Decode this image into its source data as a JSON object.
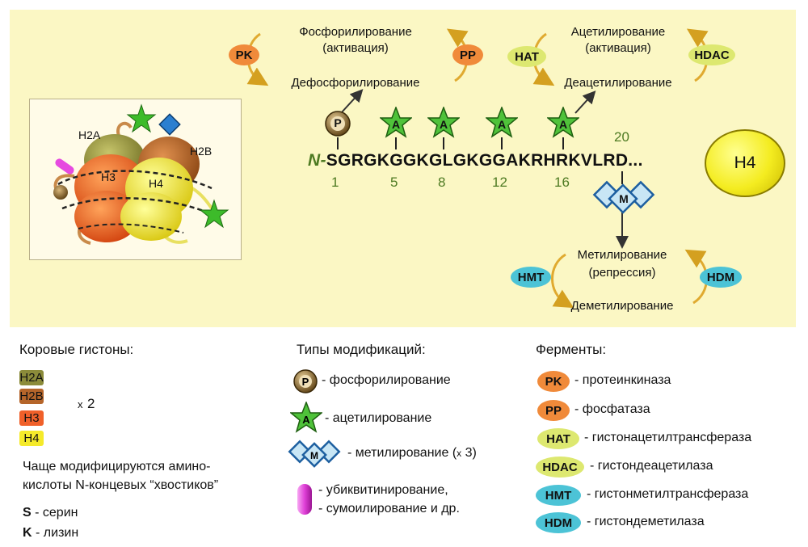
{
  "top": {
    "phospho": {
      "title": "Фосфорилирование",
      "activation": "(активация)",
      "reverse": "Дефосфорилирование",
      "left_enzyme": "PK",
      "right_enzyme": "PP"
    },
    "acetyl": {
      "title": "Ацетилирование",
      "activation": "(активация)",
      "reverse": "Деацетилирование",
      "left_enzyme": "HAT",
      "right_enzyme": "HDAC"
    },
    "methyl": {
      "title": "Метилирование",
      "repression": "(репрессия)",
      "reverse": "Деметилирование",
      "left_enzyme": "HMT",
      "right_enzyme": "HDM"
    }
  },
  "sequence": {
    "prefix": "N-",
    "residues": "SGRGKGGKGLGKGGAKRHRKVLRD...",
    "positions": [
      "1",
      "5",
      "8",
      "12",
      "16",
      "20"
    ],
    "tail_label": "H4"
  },
  "marks": {
    "phospho_symbol": "P",
    "acetyl_symbol": "A",
    "methyl_symbol": "M"
  },
  "inset": {
    "labels": [
      "H2A",
      "H2B",
      "H3",
      "H4"
    ]
  },
  "legend": {
    "core": {
      "title": "Коровые гистоны:",
      "items": [
        {
          "label": "H2A",
          "color": "#8b8b3a"
        },
        {
          "label": "H2B",
          "color": "#b5652a"
        },
        {
          "label": "H3",
          "color": "#f0602a"
        },
        {
          "label": "H4",
          "color": "#f5ea2a"
        }
      ],
      "multiplier_x": "x",
      "multiplier_n": "2",
      "note_line1": "Чаще модифицируются амино-",
      "note_line2": "кислоты N-концевых “хвостиков”",
      "s_letter": "S",
      "s_text": "- серин",
      "k_letter": "K",
      "k_text": "- лизин"
    },
    "mods": {
      "title": "Типы модификаций:",
      "phospho": "- фосфорилирование",
      "acetyl": "- ацетилирование",
      "methyl_prefix": "- метилирование (",
      "methyl_x": "x",
      "methyl_suffix": " 3)",
      "ubiq_line1": "- убиквитинирование,",
      "ubiq_line2": "- сумоилирование и др."
    },
    "enzymes": {
      "title": "Ферменты:",
      "items": [
        {
          "abbr": "PK",
          "name": "- протеинкиназа"
        },
        {
          "abbr": "PP",
          "name": "- фосфатаза"
        },
        {
          "abbr": "HAT",
          "name": "- гистонацетилтрансфераза"
        },
        {
          "abbr": "HDAC",
          "name": "- гистондеацетилаза"
        },
        {
          "abbr": "HMT",
          "name": "- гистонметилтрансфераза"
        },
        {
          "abbr": "HDM",
          "name": "- гистондеметилаза"
        }
      ]
    }
  },
  "colors": {
    "panel": "#fbf7c4",
    "green_text": "#4d7a22",
    "orange_enzyme": "#f08a3a",
    "yellow_enzyme": "#dde870",
    "cyan_enzyme": "#4cc3d6"
  }
}
